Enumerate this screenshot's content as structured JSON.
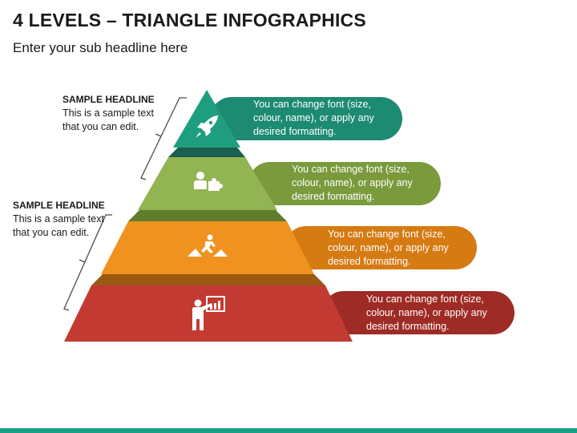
{
  "title": "4 LEVELS – TRIANGLE INFOGRAPHICS",
  "subtitle": "Enter your sub headline here",
  "side_notes": [
    {
      "headline": "SAMPLE HEADLINE",
      "line1": "This is a sample text",
      "line2": "that you can edit."
    },
    {
      "headline": "SAMPLE HEADLINE",
      "line1": "This is a sample text",
      "line2": "that you can edit."
    }
  ],
  "levels": [
    {
      "icon": "rocket-icon",
      "color": "#1f9e7f",
      "bar_color": "#1d8a72",
      "line1": "You can change font (size,",
      "line2": "colour, name), or apply any",
      "line3": "desired formatting."
    },
    {
      "icon": "teamwork-puzzle-icon",
      "color": "#92b452",
      "bar_color": "#7a9a3c",
      "line1": "You can change font (size,",
      "line2": "colour, name), or apply any",
      "line3": "desired formatting."
    },
    {
      "icon": "leap-runner-icon",
      "color": "#f0921f",
      "bar_color": "#d67a12",
      "line1": "You can change font (size,",
      "line2": "colour, name), or apply any",
      "line3": "desired formatting."
    },
    {
      "icon": "presenter-chart-icon",
      "color": "#c23a32",
      "bar_color": "#9e2b25",
      "line1": "You can change font (size,",
      "line2": "colour, name), or apply any",
      "line3": "desired formatting."
    }
  ]
}
